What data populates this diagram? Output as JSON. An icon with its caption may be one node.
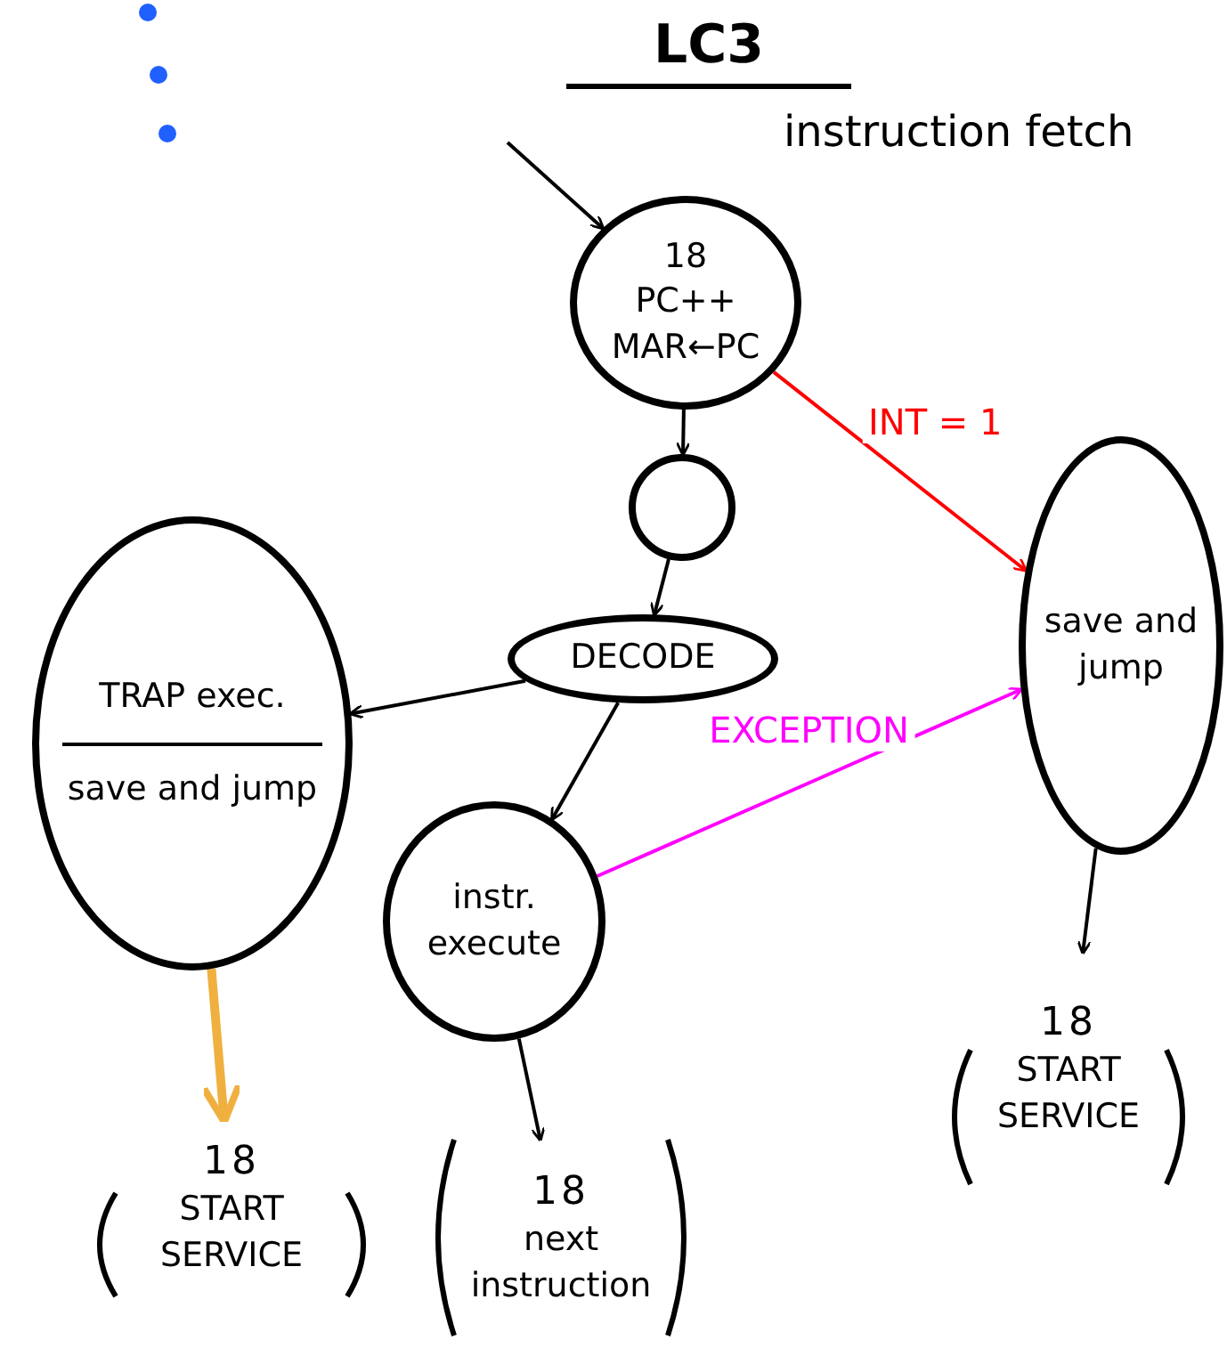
{
  "diagram": {
    "title": "LC3",
    "nodes": [
      {
        "text": [
          "18",
          "PC++",
          "MAR←PC"
        ]
      },
      {
        "text": [],
        "shape": "circle"
      },
      {
        "text": [
          "DECODE"
        ]
      },
      {
        "text": [
          "TRAP exec.",
          "save and jump"
        ]
      },
      {
        "text": [
          "instr.",
          "execute"
        ]
      },
      {
        "text": [
          "save and jump"
        ]
      },
      {
        "text": [
          "18",
          "START SERVICE"
        ]
      },
      {
        "text": [
          "18",
          "next instruction"
        ]
      },
      {
        "text": [
          "18",
          "START SERVICE"
        ]
      }
    ],
    "edges": [
      {
        "from": null,
        "to": 0,
        "arrow": "to"
      },
      {
        "from": 0,
        "to": 1,
        "arrow": "to"
      },
      {
        "from": 1,
        "to": 2,
        "arrow": "to"
      },
      {
        "from": 2,
        "to": 3,
        "arrow": "to"
      },
      {
        "from": 2,
        "to": 4,
        "arrow": "to"
      },
      {
        "from": 0,
        "to": 5,
        "arrow": "to",
        "label": "INT = 1",
        "color": "#ff0000"
      },
      {
        "from": 4,
        "to": 5,
        "arrow": "to",
        "label": "EXCEPTION",
        "color": "#ff00ff"
      },
      {
        "from": 3,
        "to": 6,
        "arrow": "to",
        "style": "thick",
        "color": "#f0b040"
      },
      {
        "from": 4,
        "to": 7,
        "arrow": "to"
      },
      {
        "from": 5,
        "to": 8,
        "arrow": "to"
      }
    ],
    "labels": [
      "instruction fetch"
    ]
  }
}
